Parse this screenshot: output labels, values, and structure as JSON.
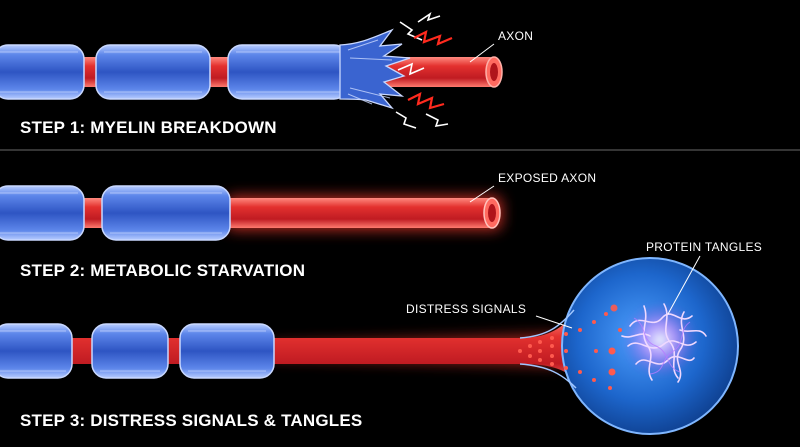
{
  "steps": [
    {
      "label": "STEP 1: MYELIN BREAKDOWN",
      "callout": "AXON"
    },
    {
      "label": "STEP 2: METABOLIC STARVATION",
      "callout": "EXPOSED AXON"
    },
    {
      "label": "STEP 3: DISTRESS SIGNALS & TANGLES",
      "callouts": [
        "DISTRESS SIGNALS",
        "PROTEIN TANGLES"
      ]
    }
  ],
  "colors": {
    "background": "#000000",
    "myelin": "#2f5bc9",
    "myelin_light": "#9fbcff",
    "axon": "#d8262c",
    "glow": "#ff3a2e",
    "spark": "#ff2a1e",
    "divider": "#6a6a6a",
    "soma": "#1c6fd6",
    "tangles": "#e6c8ff"
  }
}
